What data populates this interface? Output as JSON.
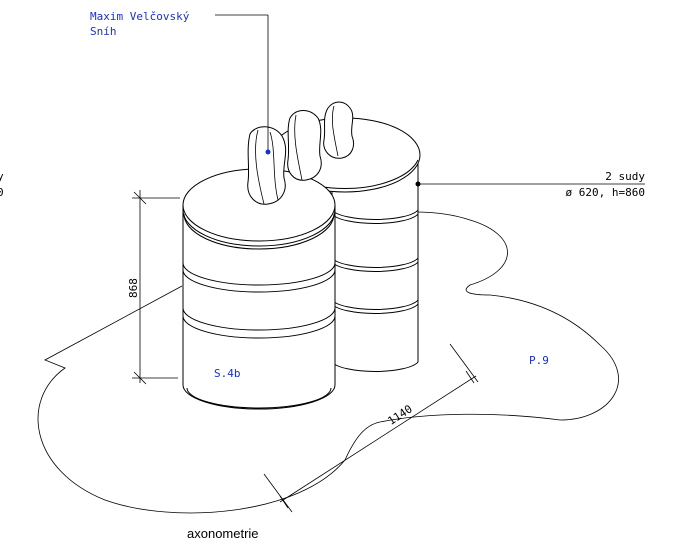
{
  "drawing": {
    "leader_top": {
      "line1": "Maxim Velčovský",
      "line2": "Sníh"
    },
    "leader_right": {
      "line1": "2 sudy",
      "line2": "ø 620, h=860"
    },
    "edge_fragment": {
      "line1": "y",
      "line2": "0"
    },
    "dim_height": "868",
    "dim_width": "1140",
    "tag_barrel": "S.4b",
    "tag_area": "P.9",
    "caption": "axonometrie"
  },
  "colors": {
    "annotation": "#1a2fd0",
    "lines": "#000000",
    "background": "#ffffff"
  }
}
